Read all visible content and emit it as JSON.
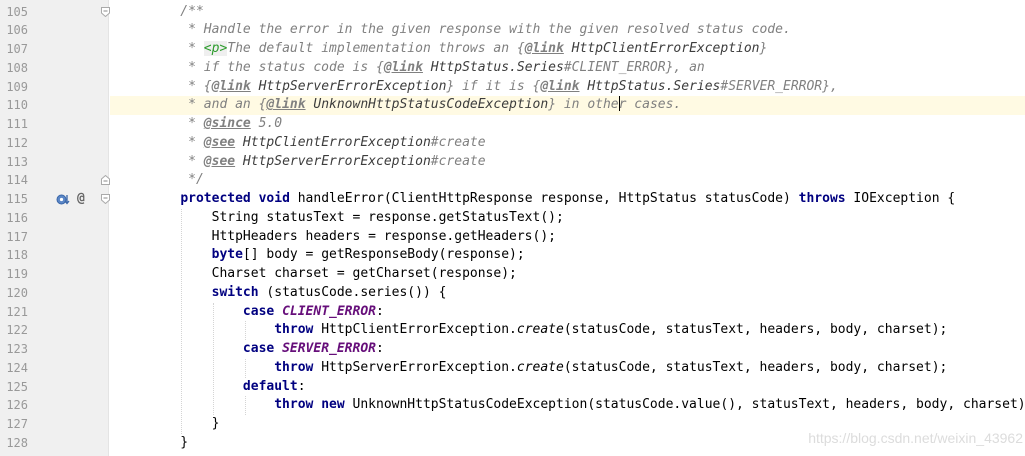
{
  "editor": {
    "language": "java",
    "current_line_index": 5,
    "colors": {
      "keyword": "#000080",
      "javadoc": "#808080",
      "enum_constant": "#660e7a",
      "html_tag": "#2c9c2c",
      "line_number": "#999999",
      "current_line": "#fffae3"
    },
    "gutter_icons": {
      "line": 115,
      "icons": [
        "implement-marker-icon",
        "annotation-at-icon"
      ],
      "at_symbol": "@"
    },
    "lines": [
      {
        "n": "105",
        "fold": "open",
        "tokens": [
          {
            "t": "    /**",
            "c": "doc"
          }
        ]
      },
      {
        "n": "106",
        "tokens": [
          {
            "t": "     * Handle the error in the given response with the given resolved status code.",
            "c": "doc"
          }
        ]
      },
      {
        "n": "107",
        "tokens": [
          {
            "t": "     * ",
            "c": "doc"
          },
          {
            "t": "<p>",
            "c": "html"
          },
          {
            "t": "The default implementation throws an {",
            "c": "doc"
          },
          {
            "t": "@link",
            "c": "dtag"
          },
          {
            "t": " HttpClientErrorException",
            "c": "dref"
          },
          {
            "t": "}",
            "c": "doc"
          }
        ]
      },
      {
        "n": "108",
        "tokens": [
          {
            "t": "     * if the status code is {",
            "c": "doc"
          },
          {
            "t": "@link",
            "c": "dtag"
          },
          {
            "t": " HttpStatus.Series",
            "c": "dref"
          },
          {
            "t": "#CLIENT_ERROR}, an",
            "c": "doc"
          }
        ]
      },
      {
        "n": "109",
        "tokens": [
          {
            "t": "     * {",
            "c": "doc"
          },
          {
            "t": "@link",
            "c": "dtag"
          },
          {
            "t": " HttpServerErrorException",
            "c": "dref"
          },
          {
            "t": "} if it is {",
            "c": "doc"
          },
          {
            "t": "@link",
            "c": "dtag"
          },
          {
            "t": " HttpStatus.Series",
            "c": "dref"
          },
          {
            "t": "#SERVER_ERROR},",
            "c": "doc"
          }
        ]
      },
      {
        "n": "110",
        "tokens": [
          {
            "t": "     * and an {",
            "c": "doc"
          },
          {
            "t": "@link",
            "c": "dtag"
          },
          {
            "t": " UnknownHttpStatusCodeException",
            "c": "dref"
          },
          {
            "t": "} in othe",
            "c": "doc"
          },
          {
            "caret": true
          },
          {
            "t": "r cases.",
            "c": "doc"
          }
        ]
      },
      {
        "n": "111",
        "tokens": [
          {
            "t": "     * ",
            "c": "doc"
          },
          {
            "t": "@since",
            "c": "dtag"
          },
          {
            "t": " 5.0",
            "c": "doc"
          }
        ]
      },
      {
        "n": "112",
        "tokens": [
          {
            "t": "     * ",
            "c": "doc"
          },
          {
            "t": "@see",
            "c": "dtag"
          },
          {
            "t": " HttpClientErrorException",
            "c": "dref"
          },
          {
            "t": "#create",
            "c": "doc"
          }
        ]
      },
      {
        "n": "113",
        "tokens": [
          {
            "t": "     * ",
            "c": "doc"
          },
          {
            "t": "@see",
            "c": "dtag"
          },
          {
            "t": " HttpServerErrorException",
            "c": "dref"
          },
          {
            "t": "#create",
            "c": "doc"
          }
        ]
      },
      {
        "n": "114",
        "fold": "close",
        "tokens": [
          {
            "t": "     */",
            "c": "doc"
          }
        ]
      },
      {
        "n": "115",
        "fold": "open",
        "tokens": [
          {
            "t": "    "
          },
          {
            "t": "protected",
            "c": "kw"
          },
          {
            "t": " "
          },
          {
            "t": "void",
            "c": "kw"
          },
          {
            "t": " handleError(ClientHttpResponse response, HttpStatus statusCode) "
          },
          {
            "t": "throws",
            "c": "kw"
          },
          {
            "t": " IOException {"
          }
        ]
      },
      {
        "n": "116",
        "tokens": [
          {
            "t": "        String statusText = response.getStatusText();"
          }
        ]
      },
      {
        "n": "117",
        "tokens": [
          {
            "t": "        HttpHeaders headers = response.getHeaders();"
          }
        ]
      },
      {
        "n": "118",
        "tokens": [
          {
            "t": "        "
          },
          {
            "t": "byte",
            "c": "kw"
          },
          {
            "t": "[] body = getResponseBody(response);"
          }
        ]
      },
      {
        "n": "119",
        "tokens": [
          {
            "t": "        Charset charset = getCharset(response);"
          }
        ]
      },
      {
        "n": "120",
        "tokens": [
          {
            "t": "        "
          },
          {
            "t": "switch",
            "c": "kw"
          },
          {
            "t": " (statusCode.series()) {"
          }
        ]
      },
      {
        "n": "121",
        "tokens": [
          {
            "t": "            "
          },
          {
            "t": "case",
            "c": "kw"
          },
          {
            "t": " "
          },
          {
            "t": "CLIENT_ERROR",
            "c": "const"
          },
          {
            "t": ":"
          }
        ]
      },
      {
        "n": "122",
        "tokens": [
          {
            "t": "                "
          },
          {
            "t": "throw",
            "c": "kw"
          },
          {
            "t": " HttpClientErrorException."
          },
          {
            "t": "create",
            "c": "static"
          },
          {
            "t": "(statusCode, statusText, headers, body, charset);"
          }
        ]
      },
      {
        "n": "123",
        "tokens": [
          {
            "t": "            "
          },
          {
            "t": "case",
            "c": "kw"
          },
          {
            "t": " "
          },
          {
            "t": "SERVER_ERROR",
            "c": "const"
          },
          {
            "t": ":"
          }
        ]
      },
      {
        "n": "124",
        "tokens": [
          {
            "t": "                "
          },
          {
            "t": "throw",
            "c": "kw"
          },
          {
            "t": " HttpServerErrorException."
          },
          {
            "t": "create",
            "c": "static"
          },
          {
            "t": "(statusCode, statusText, headers, body, charset);"
          }
        ]
      },
      {
        "n": "125",
        "tokens": [
          {
            "t": "            "
          },
          {
            "t": "default",
            "c": "kw"
          },
          {
            "t": ":"
          }
        ]
      },
      {
        "n": "126",
        "tokens": [
          {
            "t": "                "
          },
          {
            "t": "throw",
            "c": "kw"
          },
          {
            "t": " "
          },
          {
            "t": "new",
            "c": "kw"
          },
          {
            "t": " UnknownHttpStatusCodeException(statusCode.value(), statusText, headers, body, charset);"
          }
        ]
      },
      {
        "n": "127",
        "tokens": [
          {
            "t": "        }"
          }
        ]
      },
      {
        "n": "128",
        "tokens": [
          {
            "t": "    }"
          }
        ]
      }
    ]
  },
  "watermark": "https://blog.csdn.net/weixin_43962"
}
